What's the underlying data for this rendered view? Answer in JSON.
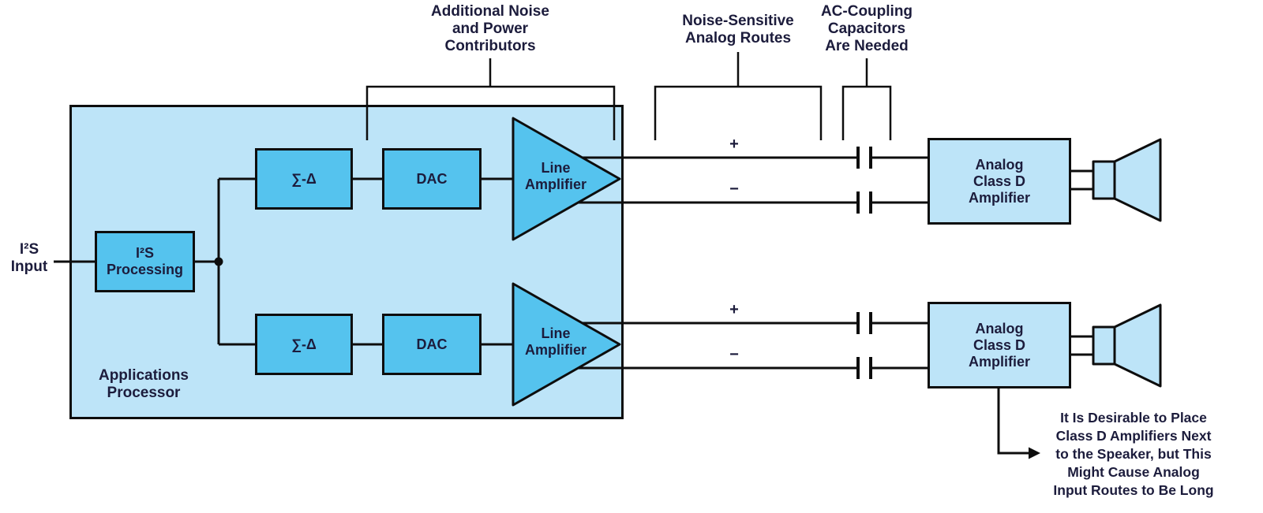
{
  "colors": {
    "light_blue": "#bde4f8",
    "medium_blue": "#55c3ee",
    "line": "#0d0d0d",
    "text": "#1c1c3c",
    "background": "#ffffff"
  },
  "annotations": {
    "additional_noise": "Additional Noise\nand Power\nContributors",
    "noise_sensitive": "Noise-Sensitive\nAnalog Routes",
    "ac_coupling": "AC-Coupling\nCapacitors\nAre Needed",
    "placement_note": "It Is Desirable to Place\nClass D Amplifiers Next\nto the Speaker, but This\nMight Cause Analog\nInput Routes to Be Long"
  },
  "labels": {
    "i2s_input": "I²S\nInput",
    "applications_processor": "Applications\nProcessor",
    "i2s_processing": "I²S\nProcessing",
    "sigma_delta": "∑-Δ",
    "dac": "DAC",
    "line_amplifier": "Line\nAmplifier",
    "class_d_amplifier": "Analog\nClass D\nAmplifier",
    "plus": "+",
    "minus": "−"
  }
}
